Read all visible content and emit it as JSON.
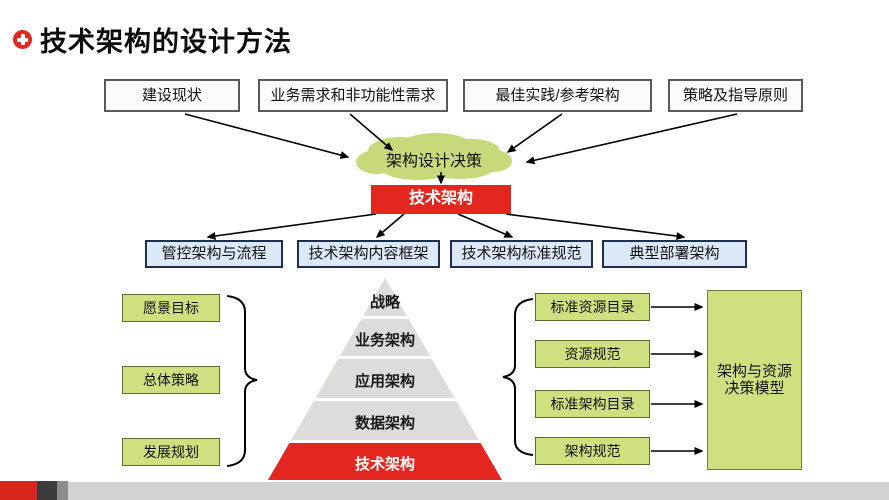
{
  "slide": {
    "title": "技术架构的设计方法",
    "icons": {
      "bullet": "plus-icon"
    },
    "colors": {
      "accent_red": "#e3261f",
      "green_fill": "#cfe081",
      "cloud_green": "#c6da7c",
      "blue_fill": "#dbe9f6",
      "pyramid_gray": "#dedcda",
      "footer_gray": "#d3d3d3"
    },
    "top_inputs": [
      "建设现状",
      "业务需求和非功能性需求",
      "最佳实践/参考架构",
      "策略及指导原则"
    ],
    "decision_cloud": "架构设计决策",
    "tech_arch_label": "技术架构",
    "outputs": [
      "管控架构与流程",
      "技术架构内容框架",
      "技术架构标准规范",
      "典型部署架构"
    ],
    "pyramid": {
      "layers": [
        "战略",
        "业务架构",
        "应用架构",
        "数据架构",
        "技术架构"
      ]
    },
    "left_items": [
      "愿景目标",
      "总体策略",
      "发展规划"
    ],
    "right_items": [
      "标准资源目录",
      "资源规范",
      "标准架构目录",
      "架构规范"
    ],
    "decision_model": {
      "line1": "架构与资源",
      "line2": "决策模型"
    }
  }
}
